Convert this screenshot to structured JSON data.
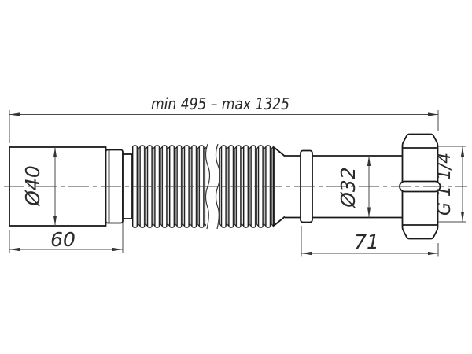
{
  "drawing": {
    "dimensions": {
      "overall_length": "min 495 – max 1325",
      "inlet_diameter": "Ø40",
      "inlet_length": "60",
      "outlet_diameter": "Ø32",
      "outlet_length": "71",
      "thread_size": "G 1 1/4"
    },
    "colors": {
      "background": "#ffffff",
      "part_outline": "#1a1a1a",
      "dimension_lines": "#4a4a4a",
      "text": "#2a2a2a"
    }
  }
}
